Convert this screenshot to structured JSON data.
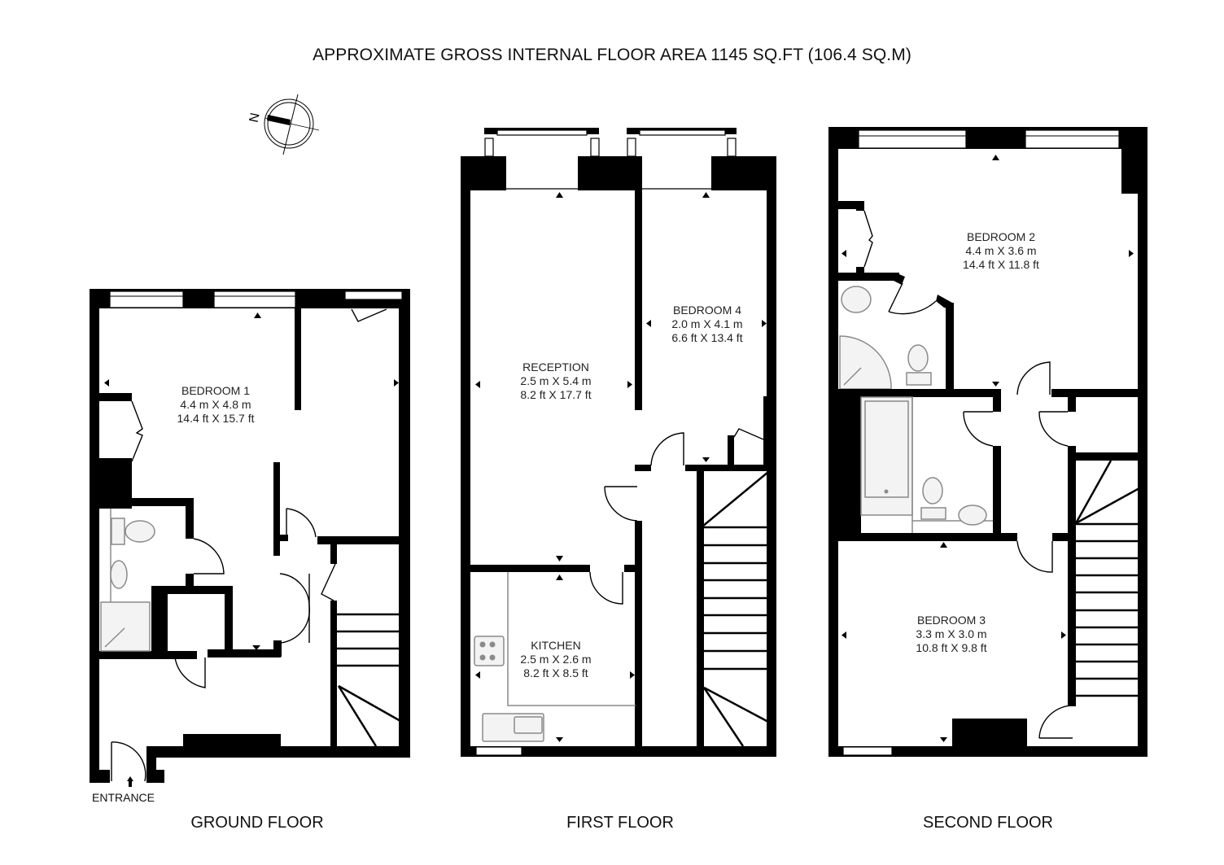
{
  "title": "APPROXIMATE GROSS INTERNAL FLOOR AREA 1145 SQ.FT (106.4 SQ.M)",
  "compass": {
    "icon": "compass-north-icon",
    "label": "N"
  },
  "floors": [
    {
      "label": "GROUND FLOOR",
      "entrance_label": "ENTRANCE",
      "rooms": [
        {
          "name": "BEDROOM 1",
          "metric": "4.4 m X 4.8 m",
          "imperial": "14.4 ft X 15.7 ft"
        }
      ]
    },
    {
      "label": "FIRST FLOOR",
      "rooms": [
        {
          "name": "RECEPTION",
          "metric": "2.5 m X 5.4 m",
          "imperial": "8.2 ft X 17.7 ft"
        },
        {
          "name": "BEDROOM 4",
          "metric": "2.0 m X 4.1 m",
          "imperial": "6.6 ft X 13.4 ft"
        },
        {
          "name": "KITCHEN",
          "metric": "2.5 m X 2.6 m",
          "imperial": "8.2 ft X 8.5 ft"
        }
      ]
    },
    {
      "label": "SECOND FLOOR",
      "rooms": [
        {
          "name": "BEDROOM 2",
          "metric": "4.4 m X 3.6 m",
          "imperial": "14.4 ft X 11.8 ft"
        },
        {
          "name": "BEDROOM 3",
          "metric": "3.3 m X 3.0 m",
          "imperial": "10.8 ft X 9.8 ft"
        }
      ]
    }
  ],
  "colors": {
    "wall": "#000000",
    "fixture": "#8a8a8a",
    "background": "#ffffff"
  }
}
